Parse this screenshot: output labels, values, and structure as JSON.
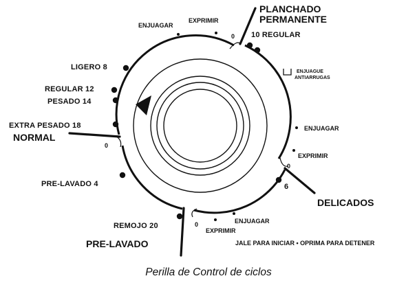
{
  "caption": "Perilla de Control de ciclos",
  "instruction": "JALE PARA INICIAR • OPRIMA PARA DETENER",
  "cycles": {
    "normal": "NORMAL",
    "planchado_1": "PLANCHADO",
    "planchado_2": "PERMANENTE",
    "delicados": "DELICADOS",
    "prelavado": "PRE-LAVADO"
  },
  "settings": {
    "enjuagar_top": "ENJUAGAR",
    "exprimir_top": "EXPRIMIR",
    "zero_top": "0",
    "regular_10": "10 REGULAR",
    "enjuague_1": "ENJUAGUE",
    "enjuague_2": "ANTIARRUGAS",
    "enjuagar_right": "ENJUAGAR",
    "exprimir_right": "EXPRIMIR",
    "zero_right": "0",
    "six": "6",
    "enjuagar_bottom": "ENJUAGAR",
    "exprimir_bottom": "EXPRIMIR",
    "zero_bottom": "0",
    "remojo": "REMOJO 20",
    "prelavado_4": "PRE-LAVADO 4",
    "zero_left": "0",
    "extra_pesado": "EXTRA PESADO 18",
    "pesado": "PESADO 14",
    "regular_12": "REGULAR 12",
    "ligero": "LIGERO 8"
  },
  "icons": {
    "pointer": "triangle-pointer-icon",
    "enjuague": "tub-icon"
  }
}
